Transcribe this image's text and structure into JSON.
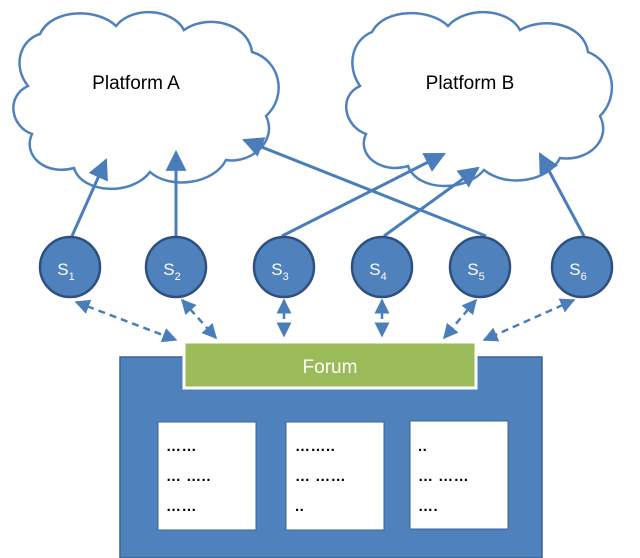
{
  "platforms": [
    {
      "id": "platform-a",
      "label": "Platform A"
    },
    {
      "id": "platform-b",
      "label": "Platform B"
    }
  ],
  "nodes": [
    {
      "id": "s1",
      "letter": "S",
      "sub": "1"
    },
    {
      "id": "s2",
      "letter": "S",
      "sub": "2"
    },
    {
      "id": "s3",
      "letter": "S",
      "sub": "3"
    },
    {
      "id": "s4",
      "letter": "S",
      "sub": "4"
    },
    {
      "id": "s5",
      "letter": "S",
      "sub": "5"
    },
    {
      "id": "s6",
      "letter": "S",
      "sub": "6"
    }
  ],
  "forum": {
    "label": "Forum"
  },
  "cards": [
    {
      "lines": [
        "……",
        "… …..",
        "……"
      ]
    },
    {
      "lines": [
        "……..",
        "… ……",
        ".."
      ]
    },
    {
      "lines": [
        "..",
        "… ……",
        "…."
      ]
    }
  ],
  "edges_to_platform": [
    {
      "from": "s1",
      "to": "platform-a"
    },
    {
      "from": "s2",
      "to": "platform-a"
    },
    {
      "from": "s3",
      "to": "platform-b"
    },
    {
      "from": "s4",
      "to": "platform-b"
    },
    {
      "from": "s5",
      "to": "platform-a"
    },
    {
      "from": "s6",
      "to": "platform-b"
    }
  ],
  "edges_to_forum": [
    {
      "from": "s1",
      "to": "forum",
      "style": "dashed",
      "bidirectional": true
    },
    {
      "from": "s2",
      "to": "forum",
      "style": "dashed",
      "bidirectional": true
    },
    {
      "from": "s3",
      "to": "forum",
      "style": "dashed",
      "bidirectional": true
    },
    {
      "from": "s4",
      "to": "forum",
      "style": "dashed",
      "bidirectional": true
    },
    {
      "from": "s5",
      "to": "forum",
      "style": "dashed",
      "bidirectional": true
    },
    {
      "from": "s6",
      "to": "forum",
      "style": "dashed",
      "bidirectional": true
    }
  ],
  "colors": {
    "cloud_stroke": "#4f81bd",
    "cloud_fill": "#ffffff",
    "node_fill": "#4f81bd",
    "node_stroke": "#2f4f7f",
    "arrow": "#4a7ebb",
    "forum_box": "#4f81bd",
    "forum_bar": "#9bbb59",
    "card_fill": "#ffffff"
  }
}
